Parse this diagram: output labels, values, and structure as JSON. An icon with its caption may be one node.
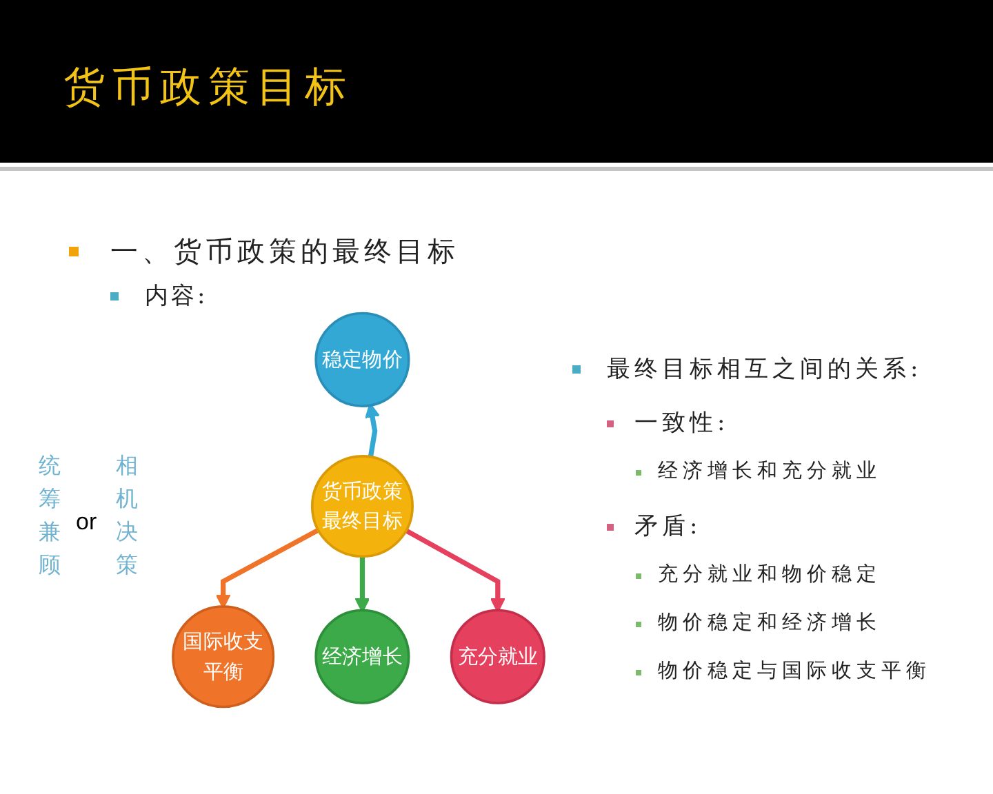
{
  "diagram": {
    "title": "货币政策目标",
    "nodes": [
      {
        "text": [
          "稳定物价"
        ]
      },
      {
        "text": [
          "国际收支平衡"
        ]
      },
      {
        "text": [
          "货币政策最终目标"
        ]
      },
      {
        "text": [
          "充分就业"
        ]
      },
      {
        "text": [
          "经济增长"
        ]
      }
    ],
    "edges": [
      {
        "from": 2,
        "to": 0,
        "arrow": "to",
        "color": "#34a8d5"
      },
      {
        "from": 2,
        "to": 1,
        "arrow": "to",
        "color": "#ef7429"
      },
      {
        "from": 2,
        "to": 4,
        "arrow": "to",
        "color": "#3caa49"
      },
      {
        "from": 2,
        "to": 3,
        "arrow": "to",
        "color": "#e5405d"
      }
    ],
    "labels": [
      "一、货币政策的最终目标",
      "内容:",
      "统筹兼顾",
      "or",
      "相机决策",
      "最终目标相互之间的关系:",
      "一致性:",
      "经济增长和充分就业",
      "矛盾:",
      "充分就业和物价稳定",
      "物价稳定和经济增长",
      "物价稳定与国际收支平衡"
    ]
  }
}
